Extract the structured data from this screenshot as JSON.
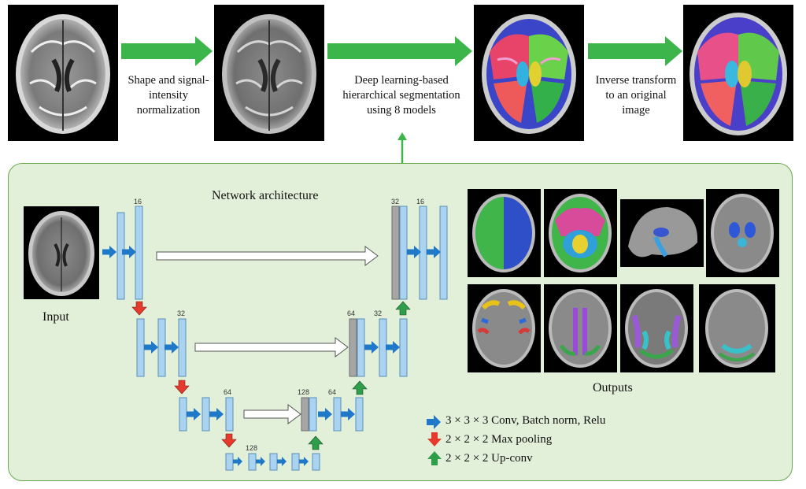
{
  "pipeline": {
    "step1": "Shape and signal-intensity normalization",
    "step2": "Deep learning-based hierarchical segmentation using 8 models",
    "step3": "Inverse transform to an original image"
  },
  "network": {
    "title": "Network architecture",
    "input_label": "Input",
    "outputs_label": "Outputs",
    "channels": {
      "enc1": "16",
      "enc2": "32",
      "enc3": "64",
      "bottleneck": "128",
      "dec3_in": "128",
      "dec3_out": "64",
      "dec2_in": "64",
      "dec2_out": "32",
      "dec1_in": "32",
      "dec1_out": "16"
    }
  },
  "legend": {
    "conv": "3 × 3 × 3 Conv, Batch norm, Relu",
    "pool": "2 × 2 × 2 Max pooling",
    "upconv": "2 × 2 × 2 Up-conv"
  },
  "colors": {
    "arrow_green": "#3cb64a",
    "conv_blue": "#1f78c8",
    "pool_red": "#e53a2c",
    "up_green": "#2f9e4a",
    "block_fill": "#a9d3f0",
    "panel_bg": "#e2efd9"
  }
}
